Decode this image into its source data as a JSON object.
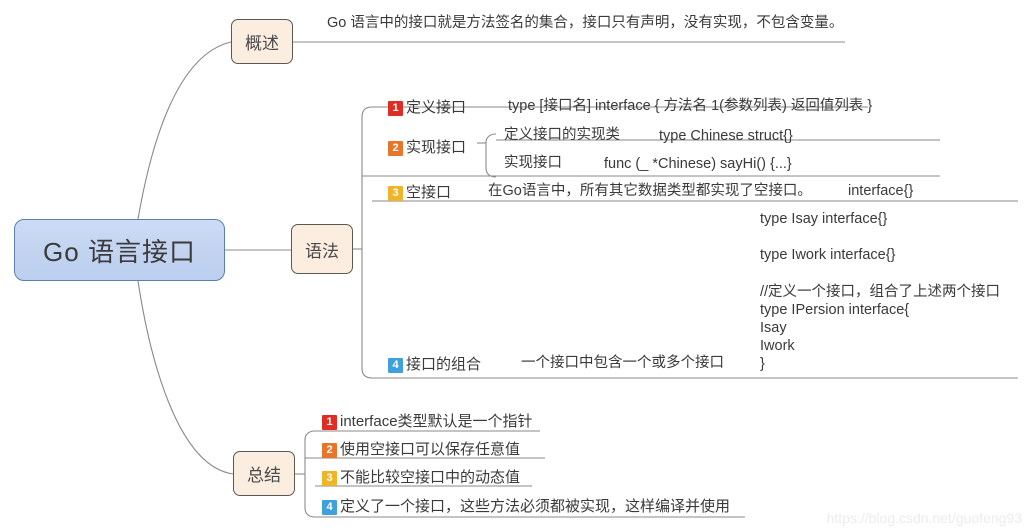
{
  "mindmap": {
    "root": {
      "label": "Go 语言接口"
    },
    "branches": [
      {
        "key": "overview",
        "label": "概述"
      },
      {
        "key": "grammar",
        "label": "语法"
      },
      {
        "key": "summary",
        "label": "总结"
      }
    ],
    "overview": {
      "text": "Go 语言中的接口就是方法签名的集合，接口只有声明，没有实现，不包含变量。"
    },
    "grammar": {
      "items": [
        {
          "num": "1",
          "label": "定义接口",
          "detail": "type [接口名] interface { 方法名 1(参数列表) 返回值列表  }"
        },
        {
          "num": "2",
          "label": "实现接口",
          "subitems": [
            {
              "label": "定义接口的实现类",
              "detail": "type Chinese struct{}"
            },
            {
              "label": "实现接口",
              "detail": "func (_ *Chinese) sayHi() {...}"
            }
          ]
        },
        {
          "num": "3",
          "label": "空接口",
          "detail": "在Go语言中，所有其它数据类型都实现了空接口。",
          "extra": "interface{}"
        },
        {
          "num": "4",
          "label": "接口的组合",
          "detail": "一个接口中包含一个或多个接口"
        }
      ],
      "code_block": {
        "lines": [
          "type Isay interface{}",
          "",
          "type Iwork interface{}",
          "",
          "//定义一个接口，组合了上述两个接口",
          "type IPersion interface{",
          "  Isay",
          "  Iwork",
          "}"
        ]
      }
    },
    "summary": {
      "items": [
        {
          "num": "1",
          "text": "interface类型默认是一个指针"
        },
        {
          "num": "2",
          "text": "使用空接口可以保存任意值"
        },
        {
          "num": "3",
          "text": "不能比较空接口中的动态值"
        },
        {
          "num": "4",
          "text": "定义了一个接口，这些方法必须都被实现，这样编译并使用"
        }
      ]
    },
    "watermark": "https://blog.csdn.net/guofeng93",
    "colors": {
      "root_fill": "#c3d5f0",
      "root_border": "#5b7fb5",
      "branch_fill": "#fbeee1",
      "branch_border": "#5a5a52",
      "connector": "#8a8a8a",
      "badge_1": "#e02d23",
      "badge_2": "#e8762a",
      "badge_3": "#f0b429",
      "badge_4": "#3fa0dc",
      "text": "#3a3a3a"
    }
  }
}
